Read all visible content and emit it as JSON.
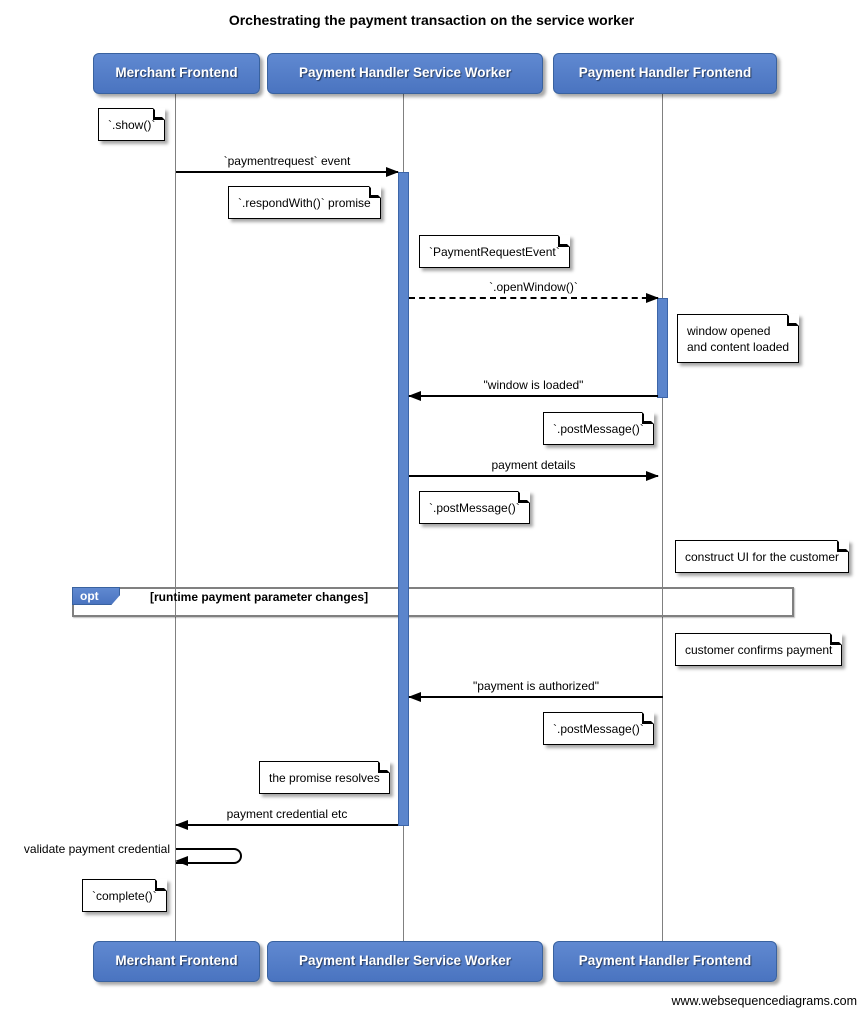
{
  "title": "Orchestrating the payment transaction on the service worker",
  "footer": "www.websequencediagrams.com",
  "colors": {
    "actor_fill": "#4e7ac7",
    "actor_border": "#39629f",
    "activation_fill": "#5b85cc",
    "lifeline": "#808080",
    "frame_border": "#808080",
    "arrow": "#000000"
  },
  "actors": [
    {
      "id": "merchant-frontend",
      "label": "Merchant Frontend"
    },
    {
      "id": "payment-handler-service-worker",
      "label": "Payment Handler Service Worker"
    },
    {
      "id": "payment-handler-frontend",
      "label": "Payment Handler Frontend"
    }
  ],
  "messages": {
    "payment_request": {
      "label": "`paymentrequest` event",
      "from": "Merchant Frontend",
      "to": "Payment Handler Service Worker",
      "style": "solid"
    },
    "open_window": {
      "label": "`.openWindow()`",
      "from": "Payment Handler Service Worker",
      "to": "Payment Handler Frontend",
      "style": "dashed"
    },
    "window_is_loaded": {
      "label": "\"window is loaded\"",
      "from": "Payment Handler Frontend",
      "to": "Payment Handler Service Worker",
      "style": "solid"
    },
    "payment_details": {
      "label": "payment details",
      "from": "Payment Handler Service Worker",
      "to": "Payment Handler Frontend",
      "style": "solid"
    },
    "payment_is_authorized": {
      "label": "\"payment is authorized\"",
      "from": "Payment Handler Frontend",
      "to": "Payment Handler Service Worker",
      "style": "solid"
    },
    "payment_credential": {
      "label": "payment credential etc",
      "from": "Payment Handler Service Worker",
      "to": "Merchant Frontend",
      "style": "solid"
    },
    "validate_credential": {
      "label": "validate payment credential",
      "from": "Merchant Frontend",
      "to": "Merchant Frontend",
      "style": "self"
    }
  },
  "notes": {
    "show": {
      "text": "`.show()`"
    },
    "respond_with": {
      "text": "`.respondWith()` promise"
    },
    "payment_request_event": {
      "text": "`PaymentRequestEvent`"
    },
    "window_opened": {
      "text": "window opened\nand content loaded"
    },
    "post_message_1": {
      "text": "`.postMessage()`"
    },
    "post_message_2": {
      "text": "`.postMessage()`"
    },
    "construct_ui": {
      "text": "construct UI for the customer"
    },
    "customer_confirms": {
      "text": "customer confirms payment"
    },
    "post_message_3": {
      "text": "`.postMessage()`"
    },
    "promise_resolves": {
      "text": "the promise resolves"
    },
    "complete": {
      "text": "`complete()`"
    }
  },
  "fragment": {
    "operator": "opt",
    "condition": "[runtime payment parameter changes]"
  }
}
